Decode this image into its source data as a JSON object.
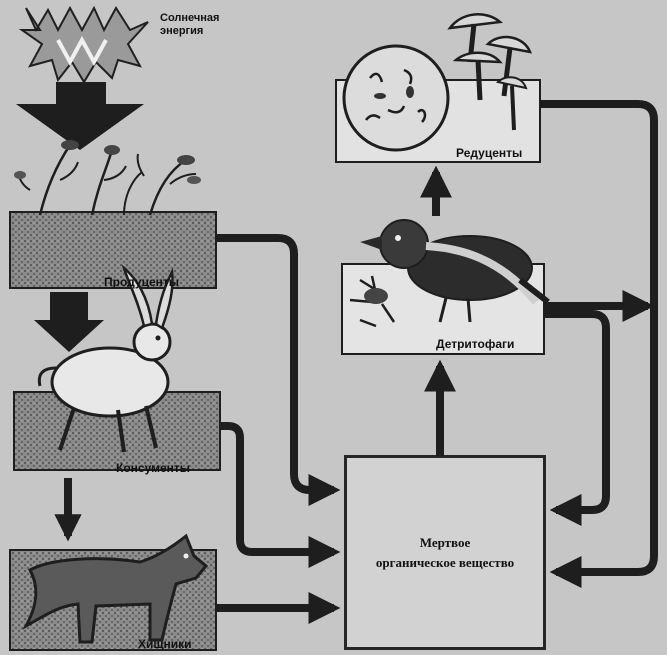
{
  "labels": {
    "sun_line1": "Солнечная",
    "sun_line2": "энергия",
    "producers": "Продуценты",
    "consumers": "Консументы",
    "predators": "Хищники",
    "reducers": "Редуценты",
    "detritophages": "Детритофаги",
    "dead_matter_line1": "Мертвое",
    "dead_matter_line2": "органическое вещество"
  },
  "nodes": [
    {
      "id": "sun",
      "depicts": "sun-rays"
    },
    {
      "id": "producers",
      "depicts": "plants"
    },
    {
      "id": "consumers",
      "depicts": "hare"
    },
    {
      "id": "predators",
      "depicts": "wolf"
    },
    {
      "id": "detritophages",
      "depicts": "crow-and-insects"
    },
    {
      "id": "reducers",
      "depicts": "mushrooms-and-microbes"
    },
    {
      "id": "dead_matter",
      "depicts": "box"
    }
  ],
  "edges": [
    {
      "from": "sun",
      "to": "producers"
    },
    {
      "from": "producers",
      "to": "consumers"
    },
    {
      "from": "consumers",
      "to": "predators"
    },
    {
      "from": "producers",
      "to": "dead_matter"
    },
    {
      "from": "consumers",
      "to": "dead_matter"
    },
    {
      "from": "predators",
      "to": "dead_matter"
    },
    {
      "from": "dead_matter",
      "to": "detritophages"
    },
    {
      "from": "detritophages",
      "to": "reducers"
    },
    {
      "from": "reducers",
      "to": "dead_matter"
    },
    {
      "from": "detritophages",
      "to": "dead_matter"
    },
    {
      "from": "detritophages",
      "to": "outside"
    }
  ],
  "colors": {
    "background": "#c6c6c6",
    "ink": "#1e1e1e",
    "box_fill": "#d2d2d2"
  }
}
